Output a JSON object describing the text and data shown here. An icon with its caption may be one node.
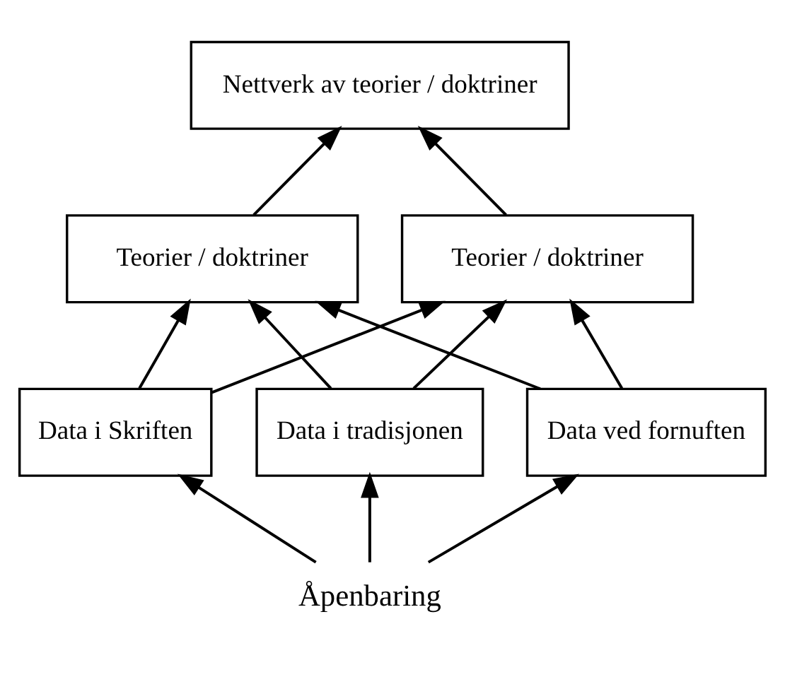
{
  "diagram": {
    "nodes": [
      {
        "text": [
          "Nettverk av teorier / doktriner"
        ]
      },
      {
        "text": [
          "Teorier / doktriner"
        ]
      },
      {
        "text": [
          "Teorier / doktriner"
        ]
      },
      {
        "text": [
          "Data i Skriften"
        ]
      },
      {
        "text": [
          "Data i tradisjonen"
        ]
      },
      {
        "text": [
          "Data ved fornuften"
        ]
      },
      {
        "text": [
          "Åpenbaring"
        ]
      }
    ],
    "edges": [
      {
        "from": 1,
        "to": 0,
        "arrow": "to"
      },
      {
        "from": 2,
        "to": 0,
        "arrow": "to"
      },
      {
        "from": 3,
        "to": 1,
        "arrow": "to"
      },
      {
        "from": 4,
        "to": 1,
        "arrow": "to"
      },
      {
        "from": 5,
        "to": 1,
        "arrow": "to"
      },
      {
        "from": 3,
        "to": 2,
        "arrow": "to"
      },
      {
        "from": 4,
        "to": 2,
        "arrow": "to"
      },
      {
        "from": 5,
        "to": 2,
        "arrow": "to"
      },
      {
        "from": 6,
        "to": 3,
        "arrow": "to"
      },
      {
        "from": 6,
        "to": 4,
        "arrow": "to"
      },
      {
        "from": 6,
        "to": 5,
        "arrow": "to"
      }
    ]
  }
}
